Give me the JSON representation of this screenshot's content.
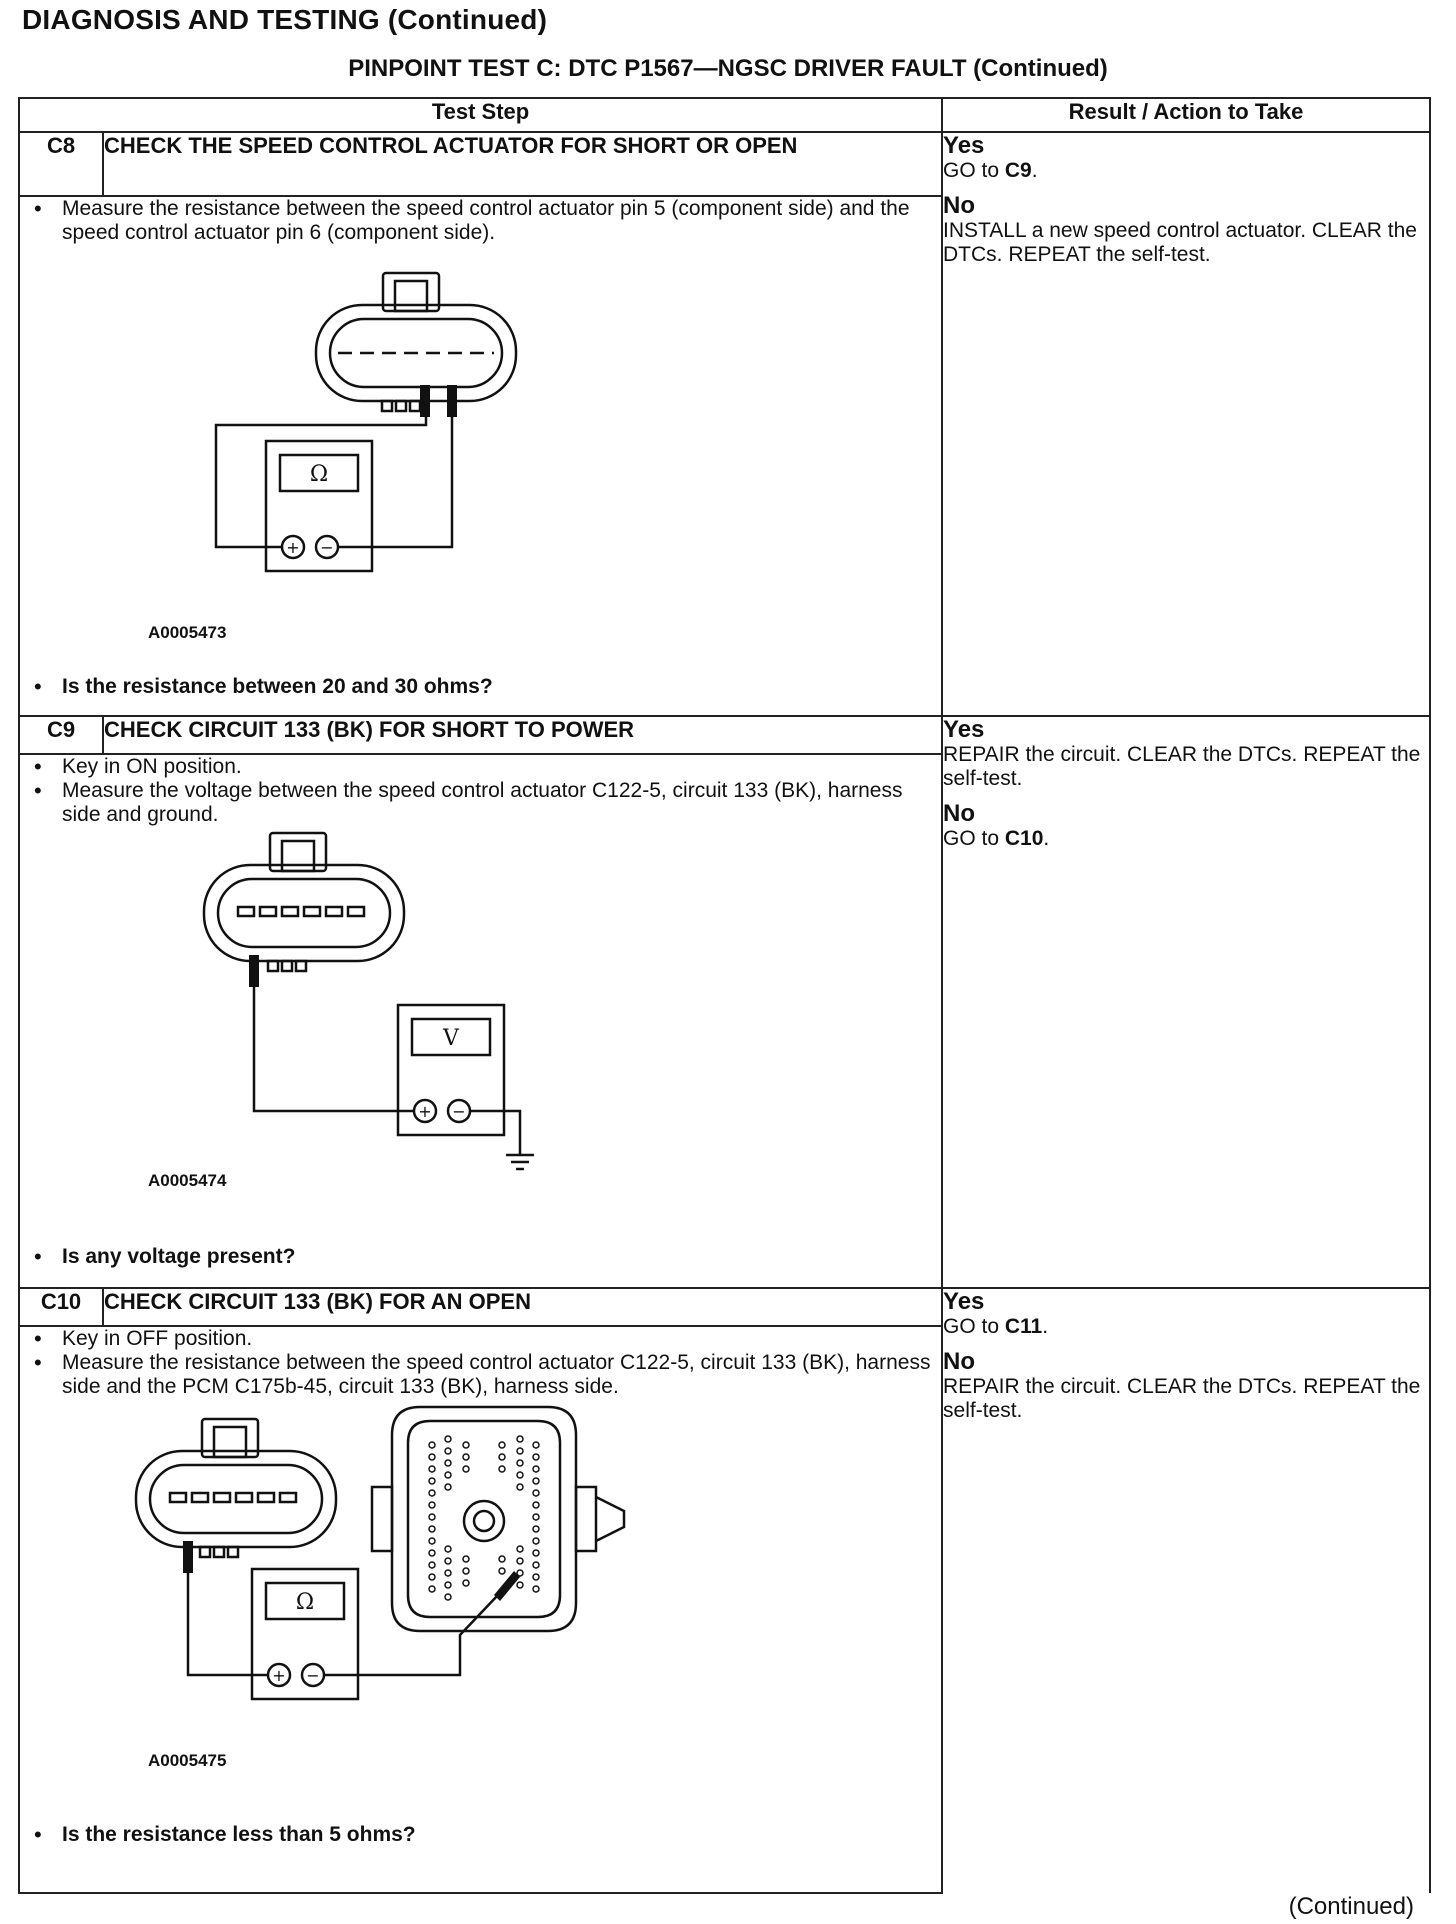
{
  "header": {
    "page_title": "DIAGNOSIS AND TESTING (Continued)",
    "test_title": "PINPOINT TEST C: DTC P1567—NGSC DRIVER FAULT (Continued)"
  },
  "table": {
    "col_test_step": "Test Step",
    "col_result": "Result / Action to Take"
  },
  "steps": [
    {
      "id": "C8",
      "title": "CHECK THE SPEED CONTROL ACTUATOR FOR SHORT OR OPEN",
      "bullets": [
        "Measure the resistance between the speed control actuator pin 5 (component side) and the speed control actuator pin 6 (component side)."
      ],
      "figure_id": "A0005473",
      "meter_symbol": "Ω",
      "question": "Is the resistance between 20 and 30 ohms?",
      "yes_label": "Yes",
      "yes_pre": "GO to ",
      "yes_ref": "C9",
      "yes_post": ".",
      "no_label": "No",
      "no_text": "INSTALL a new speed control actuator. CLEAR the DTCs. REPEAT the self-test."
    },
    {
      "id": "C9",
      "title": "CHECK CIRCUIT 133 (BK) FOR SHORT TO POWER",
      "bullets": [
        "Key in ON position.",
        "Measure the voltage between the speed control actuator C122-5, circuit 133 (BK), harness side and ground."
      ],
      "figure_id": "A0005474",
      "meter_symbol": "V",
      "question": "Is any voltage present?",
      "yes_label": "Yes",
      "yes_text": "REPAIR the circuit. CLEAR the DTCs. REPEAT the self-test.",
      "no_label": "No",
      "no_pre": "GO to ",
      "no_ref": "C10",
      "no_post": "."
    },
    {
      "id": "C10",
      "title": "CHECK CIRCUIT 133 (BK) FOR AN OPEN",
      "bullets": [
        "Key in OFF position.",
        "Measure the resistance between the speed control actuator C122-5, circuit 133 (BK), harness side and the PCM C175b-45, circuit 133 (BK), harness side."
      ],
      "figure_id": "A0005475",
      "meter_symbol": "Ω",
      "question": "Is the resistance less than 5 ohms?",
      "yes_label": "Yes",
      "yes_pre": "GO to ",
      "yes_ref": "C11",
      "yes_post": ".",
      "no_label": "No",
      "no_text": "REPAIR the circuit. CLEAR the DTCs. REPEAT the self-test."
    }
  ],
  "meter_plus": "+",
  "meter_minus": "−",
  "bullet_glyph": "•",
  "footer": {
    "continued": "(Continued)"
  }
}
